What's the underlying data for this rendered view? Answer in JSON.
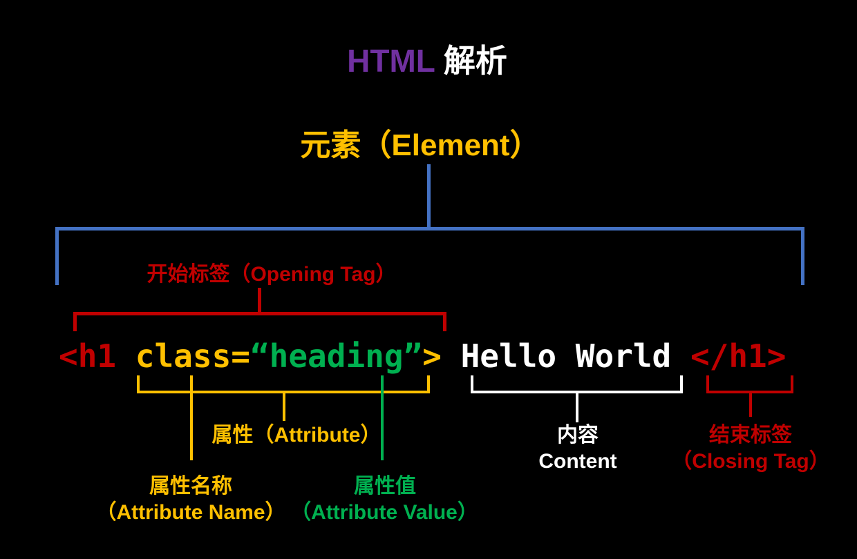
{
  "colors": {
    "background": "#000000",
    "purple": "#7030A0",
    "white": "#FFFFFF",
    "gold": "#FFC000",
    "green": "#00B050",
    "red": "#C00000",
    "blue": "#4472C4"
  },
  "title": {
    "brand": "HTML",
    "suffix": " 解析"
  },
  "element": {
    "label": "元素（Element）"
  },
  "opening_tag": {
    "label": "开始标签（Opening Tag）"
  },
  "code": {
    "open_tag": "<h1",
    "attr_name": " class=",
    "attr_value": "“heading”",
    "bracket_close": ">",
    "content": " Hello World ",
    "closing_tag": "</h1>"
  },
  "attribute": {
    "label": "属性（Attribute）"
  },
  "attribute_name": {
    "zh": "属性名称",
    "en": "（Attribute Name）"
  },
  "attribute_value": {
    "zh": "属性值",
    "en": "（Attribute Value）"
  },
  "content": {
    "zh": "内容",
    "en": "Content"
  },
  "closing_tag": {
    "zh": "结束标签",
    "en": "（Closing Tag）"
  }
}
